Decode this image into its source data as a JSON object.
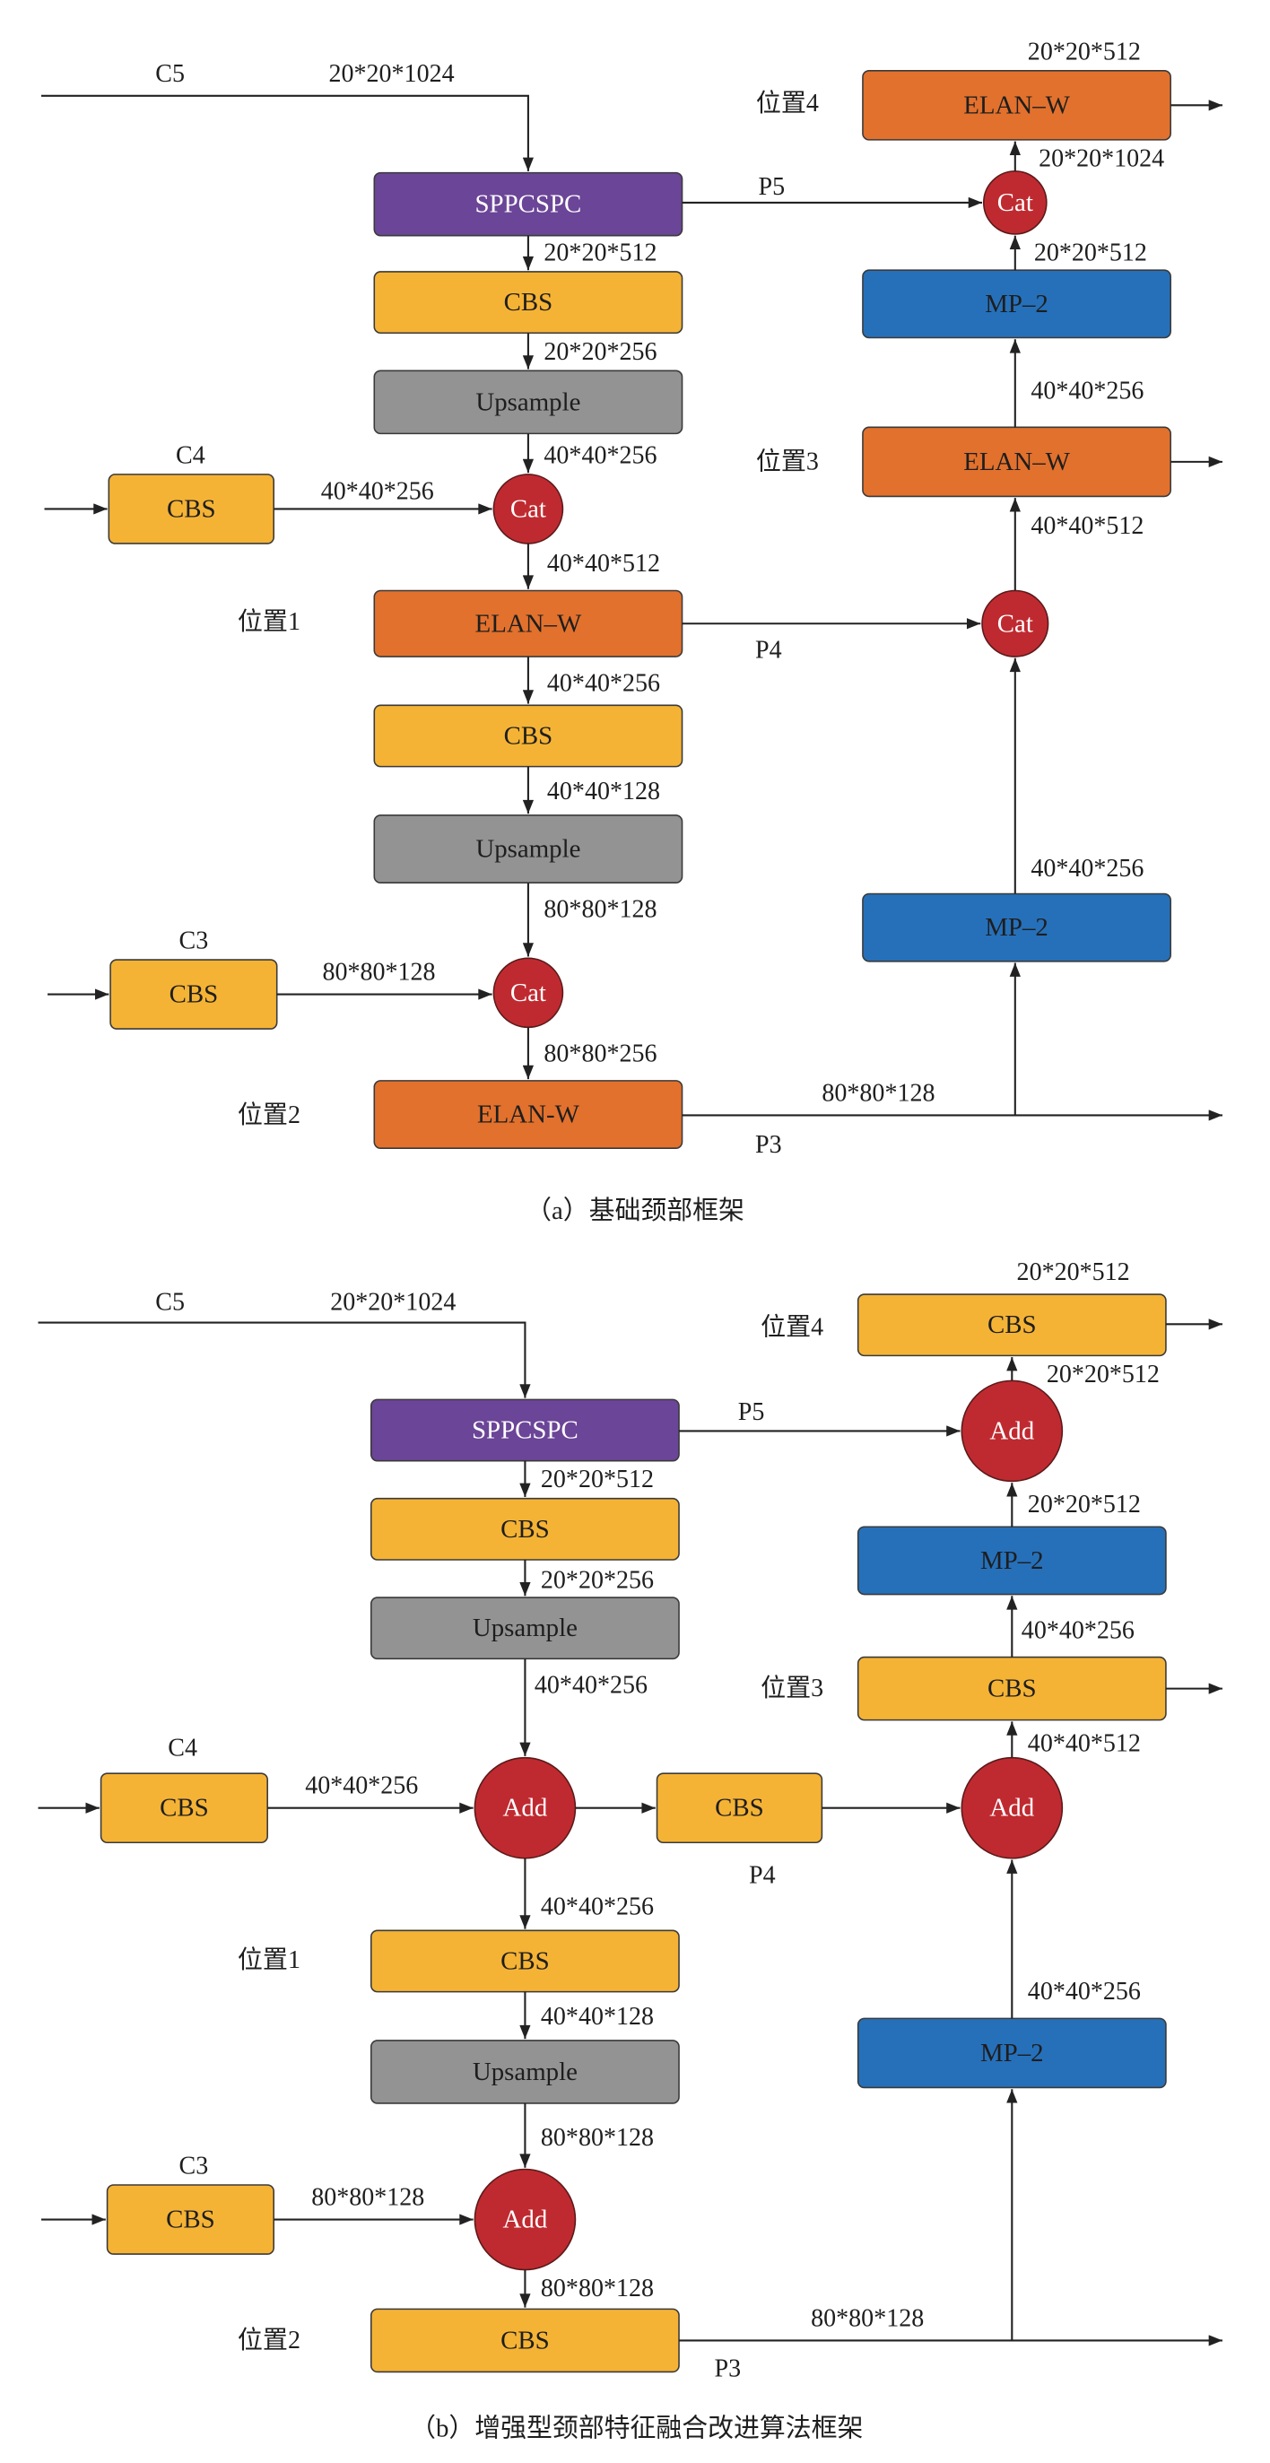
{
  "colors": {
    "sppcspc": "#6b4597",
    "cbs": "#f5b335",
    "upsample": "#939393",
    "elan": "#e2712d",
    "mp": "#2670ba",
    "fuse": "#bf2a30"
  },
  "panel_a": {
    "caption": "（a）基础颈部框架",
    "inputs": {
      "c5": "C5",
      "c4": "C4",
      "c3": "C3"
    },
    "outputs": {
      "p5": "P5",
      "p4": "P4",
      "p3": "P3"
    },
    "positions": {
      "pos1": "位置1",
      "pos2": "位置2",
      "pos3": "位置3",
      "pos4": "位置4"
    },
    "nodes": {
      "sppcspc": "SPPCSPC",
      "cbs_top": "CBS",
      "upsample_top": "Upsample",
      "cbs_c4": "CBS",
      "cat_c4": "Cat",
      "elan_pos1": "ELAN–W",
      "cbs_mid": "CBS",
      "upsample_mid": "Upsample",
      "cbs_c3": "CBS",
      "cat_c3": "Cat",
      "elan_pos2": "ELAN-W",
      "mp_bottom": "MP–2",
      "cat_p4": "Cat",
      "elan_pos3": "ELAN–W",
      "mp_top": "MP–2",
      "cat_p5": "Cat",
      "elan_pos4": "ELAN–W"
    },
    "edge_labels": {
      "c5_in": "20*20*1024",
      "sppcspc_to_cbs": "20*20*512",
      "cbs_to_upsample": "20*20*256",
      "upsample_to_cat": "40*40*256",
      "c4_to_cat": "40*40*256",
      "cat_to_elan1": "40*40*512",
      "elan1_to_cbs": "40*40*256",
      "cbs_to_upsample2": "40*40*128",
      "upsample2_to_cat": "80*80*128",
      "c3_to_cat": "80*80*128",
      "cat_to_elan2": "80*80*256",
      "p3_out": "80*80*128",
      "mp_bottom_out": "40*40*256",
      "cat_p4_to_elan3": "40*40*512",
      "elan3_to_mp": "40*40*256",
      "mp_top_out": "20*20*512",
      "cat_p5_to_elan4": "20*20*1024",
      "elan4_out": "20*20*512"
    }
  },
  "panel_b": {
    "caption": "（b）增强型颈部特征融合改进算法框架",
    "inputs": {
      "c5": "C5",
      "c4": "C4",
      "c3": "C3"
    },
    "outputs": {
      "p5": "P5",
      "p4": "P4",
      "p3": "P3"
    },
    "positions": {
      "pos1": "位置1",
      "pos2": "位置2",
      "pos3": "位置3",
      "pos4": "位置4"
    },
    "nodes": {
      "sppcspc": "SPPCSPC",
      "cbs_top": "CBS",
      "upsample_top": "Upsample",
      "cbs_c4": "CBS",
      "add_c4": "Add",
      "cbs_p4": "CBS",
      "add_p4": "Add",
      "cbs_pos1": "CBS",
      "upsample_mid": "Upsample",
      "cbs_c3": "CBS",
      "add_c3": "Add",
      "cbs_pos2": "CBS",
      "mp_bottom": "MP–2",
      "cbs_pos3": "CBS",
      "mp_top": "MP–2",
      "add_p5": "Add",
      "cbs_pos4": "CBS"
    },
    "edge_labels": {
      "c5_in": "20*20*1024",
      "sppcspc_to_cbs": "20*20*512",
      "cbs_to_upsample": "20*20*256",
      "upsample_to_add": "40*40*256",
      "c4_to_add": "40*40*256",
      "add_to_cbs_pos1": "40*40*256",
      "cbs_to_upsample2": "40*40*128",
      "upsample2_to_add": "80*80*128",
      "c3_to_add": "80*80*128",
      "add_to_cbs_pos2": "80*80*128",
      "p3_out": "80*80*128",
      "mp_bottom_out": "40*40*256",
      "add_p4_to_cbs_pos3": "40*40*512",
      "cbs_pos3_to_mp": "40*40*256",
      "mp_top_out": "20*20*512",
      "add_p5_to_cbs_pos4": "20*20*512",
      "cbs_pos4_out": "20*20*512"
    }
  }
}
